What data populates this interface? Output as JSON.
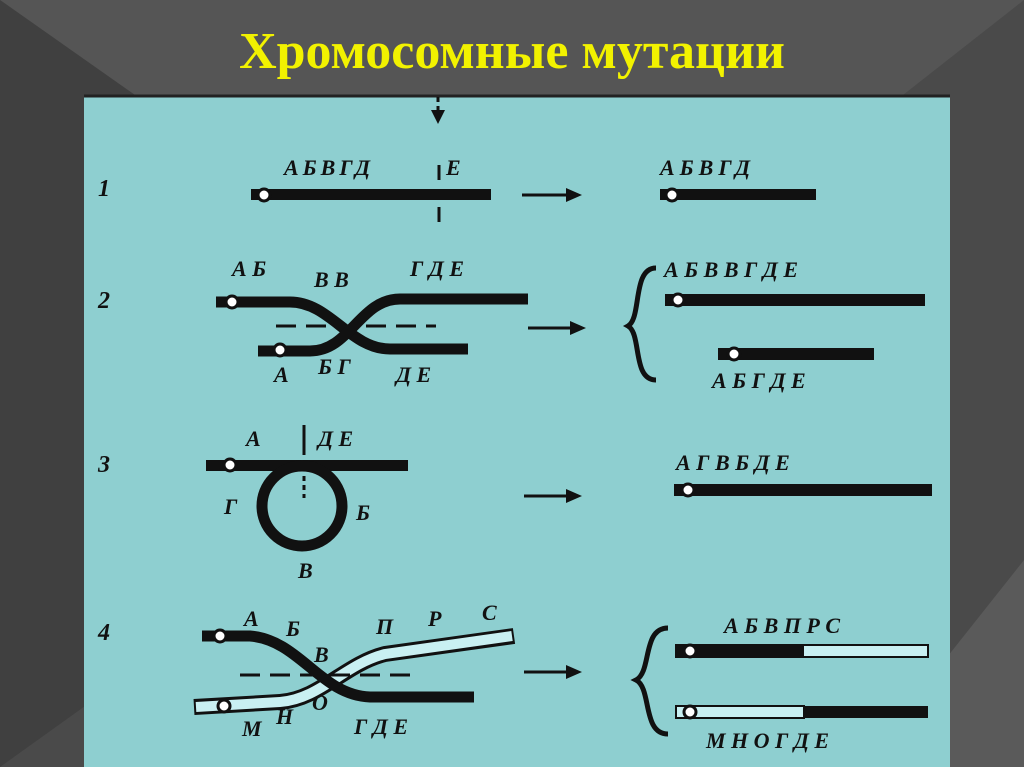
{
  "title": "Хромосомные мутации",
  "colors": {
    "panel": "#8ecfd0",
    "title": "#f2f200",
    "ink": "#111111",
    "light_strand": "#c9f0f2"
  },
  "rows": [
    {
      "number": "1",
      "before": {
        "top_letters": "АБВГД",
        "cut_letter": "Е"
      },
      "after": {
        "letters": "АБВГД"
      }
    },
    {
      "number": "2",
      "before": {
        "top_left": "А Б",
        "top_mid": "В В",
        "top_right": "Г Д Е",
        "bottom_a": "А",
        "bottom_mid": "Б Г",
        "bottom_right": "Д Е"
      },
      "after": {
        "top_letters": "А Б В В Г Д Е",
        "bottom_letters": "А Б Г Д Е"
      }
    },
    {
      "number": "3",
      "before": {
        "top_left": "А",
        "top_right": "Д Е",
        "loop_left": "Г",
        "loop_right": "Б",
        "loop_bottom": "В"
      },
      "after": {
        "letters": "А Г В Б Д Е"
      }
    },
    {
      "number": "4",
      "before": {
        "a": "А",
        "b": "Б",
        "v": "В",
        "p": "П",
        "r": "Р",
        "s": "С",
        "m": "М",
        "n": "Н",
        "o": "О",
        "bottom_right": "Г Д Е"
      },
      "after": {
        "top_letters": "А Б В П Р С",
        "bottom_letters": "М Н О Г Д Е"
      }
    }
  ]
}
